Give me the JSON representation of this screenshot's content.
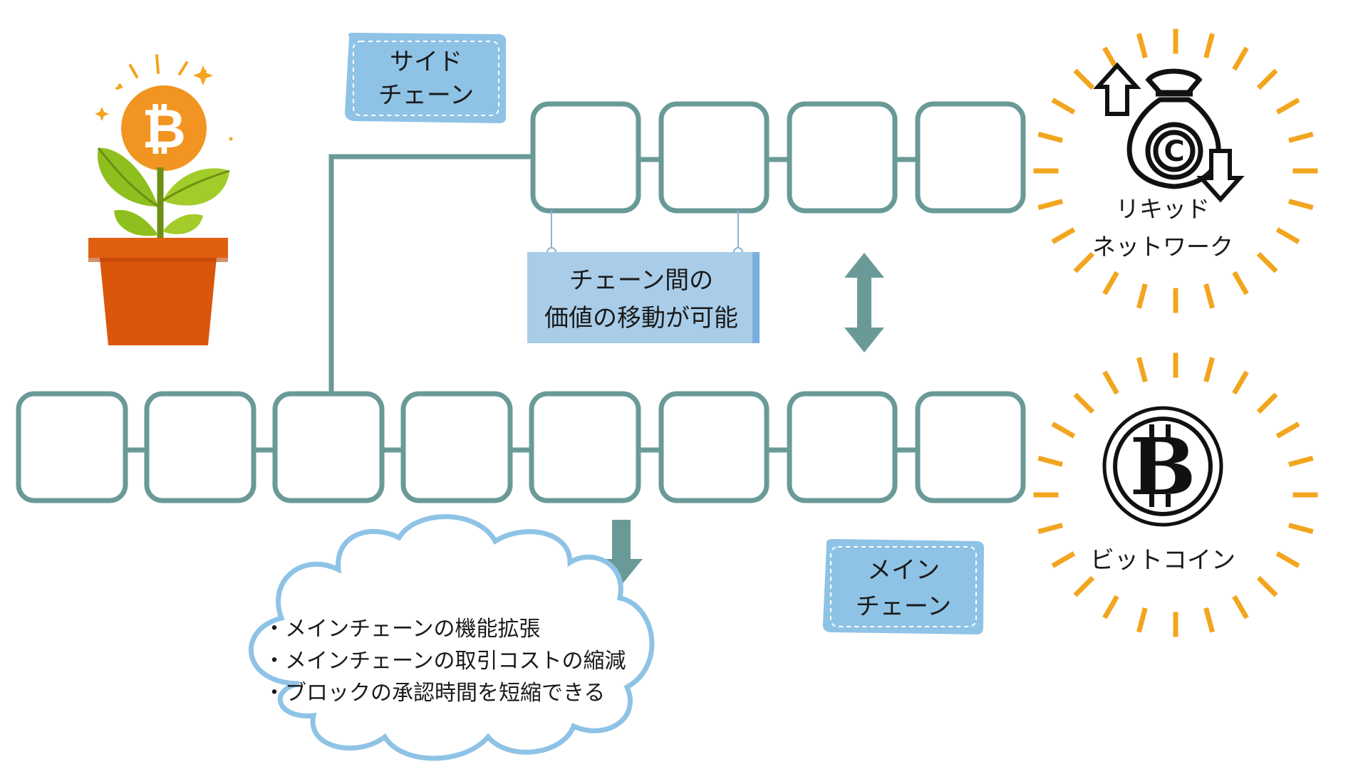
{
  "side_chain_label": {
    "line1": "サイド",
    "line2": "チェーン"
  },
  "main_chain_label": {
    "line1": "メイン",
    "line2": "チェーン"
  },
  "transfer_label": {
    "line1": "チェーン間の",
    "line2": "価値の移動が可能"
  },
  "liquid_network_label": {
    "line1": "リキッド",
    "line2": "ネットワーク"
  },
  "bitcoin_label": "ビットコイン",
  "benefits": [
    "・メインチェーンの機能拡張",
    "・メインチェーンの取引コストの縮減",
    "・ブロックの承認時間を短縮できる"
  ],
  "colors": {
    "chain": "#6a9a98",
    "label_bg": "#8ec3e6",
    "callout_bg": "#a9cde8",
    "cloud_stroke": "#8ec3e6",
    "burst": "#f2a51f",
    "pot": "#d9560b",
    "coin": "#f29421",
    "leaf": "#8fbf1f"
  },
  "icons": [
    "plant-bitcoin-icon",
    "money-bag-icon",
    "bitcoin-coin-icon",
    "arrow-up-icon",
    "arrow-down-icon"
  ]
}
